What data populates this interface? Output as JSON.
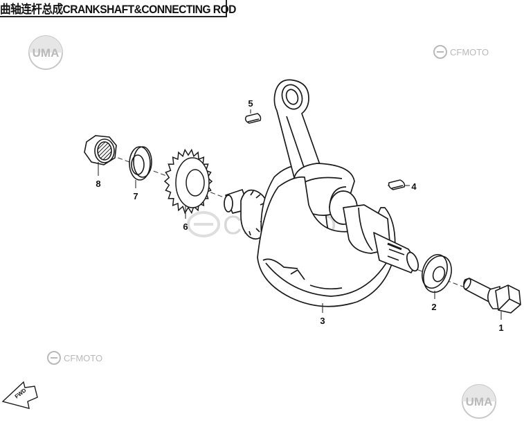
{
  "title": "曲轴连杆总成CRANKSHAFT&CONNECTING ROD",
  "watermarks": {
    "uma": "UMA",
    "cfmoto": "CFMOTO"
  },
  "fwd_label": "FWD",
  "callouts": [
    "1",
    "2",
    "3",
    "4",
    "5",
    "6",
    "7",
    "8"
  ],
  "colors": {
    "line": "#1a1a1a",
    "watermark": "#b9b9b9"
  }
}
